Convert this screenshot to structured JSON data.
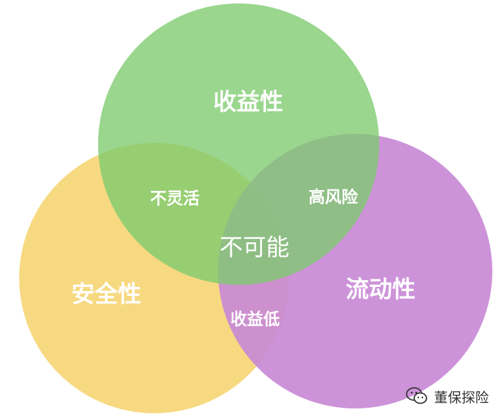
{
  "diagram": {
    "sets": [
      {
        "id": "yield",
        "label": "收益性",
        "color": "#7dcb6e"
      },
      {
        "id": "safety",
        "label": "安全性",
        "color": "#f7d77a"
      },
      {
        "id": "liquidity",
        "label": "流动性",
        "color": "#c98ad6"
      }
    ],
    "intersections": {
      "yield_safety": "不灵活",
      "yield_liquidity": "高风险",
      "safety_liquidity": "收益低",
      "all_three": "不可能"
    }
  },
  "watermark": {
    "text": "董保探险",
    "icon": "wechat-icon"
  }
}
